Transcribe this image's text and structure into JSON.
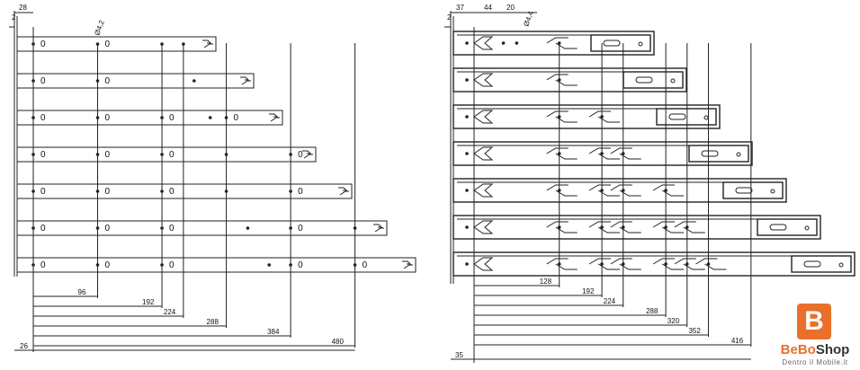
{
  "left_diagram": {
    "top_dims": [
      "28",
      "2"
    ],
    "hole_diameter": "Ø4,2",
    "hole_label": "0",
    "lengths": [
      {
        "value": "96"
      },
      {
        "value": "192"
      },
      {
        "value": "224"
      },
      {
        "value": "288"
      },
      {
        "value": "384"
      },
      {
        "value": "480"
      }
    ],
    "offset": "26"
  },
  "right_diagram": {
    "top_dims": [
      "37",
      "44",
      "20",
      "2"
    ],
    "hole_diameter": "Ø4,4",
    "lengths": [
      {
        "value": "128"
      },
      {
        "value": "192"
      },
      {
        "value": "224"
      },
      {
        "value": "288"
      },
      {
        "value": "320"
      },
      {
        "value": "352"
      },
      {
        "value": "416"
      }
    ],
    "offset": "35"
  },
  "brand": {
    "logo_letter": "B",
    "name_part1": "BeBo",
    "name_part2": "Shop",
    "tagline": "Dentro il Mobile.it",
    "accent_color": "#e8702a"
  }
}
